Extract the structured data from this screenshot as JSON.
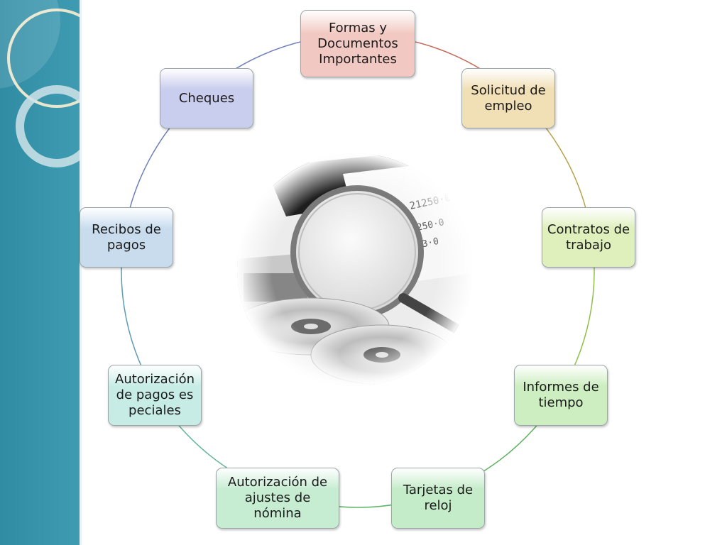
{
  "diagram": {
    "nodes": [
      {
        "id": "formas",
        "label": "Formas y Documentos Importantes",
        "color": "#f2c9c2"
      },
      {
        "id": "solicitud",
        "label": "Solicitud de empleo",
        "color": "#f1dfb5"
      },
      {
        "id": "contratos",
        "label": "Contratos de trabajo",
        "color": "#dff0bd"
      },
      {
        "id": "informes",
        "label": "Informes de tiempo",
        "color": "#cdeec0"
      },
      {
        "id": "tarjetas",
        "label": "Tarjetas de reloj",
        "color": "#c5ecc9"
      },
      {
        "id": "ajustes",
        "label": "Autorización de ajustes de nómina",
        "color": "#c6ecd2"
      },
      {
        "id": "especiales",
        "label": "Autorización de pagos especiales",
        "color": "#c7ece6"
      },
      {
        "id": "recibos",
        "label": "Recibos de pagos",
        "color": "#c8dcee"
      },
      {
        "id": "cheques",
        "label": "Cheques",
        "color": "#c9cdee"
      }
    ],
    "connector_colors": [
      "#c46a5a",
      "#b9a24d",
      "#8fbf4a",
      "#5db060",
      "#5fb36d",
      "#61b59a",
      "#5c9cb3",
      "#6c7fb8",
      "#6c7fb8"
    ]
  },
  "icons": {
    "center": "documents-magnifier-cds-photo"
  }
}
